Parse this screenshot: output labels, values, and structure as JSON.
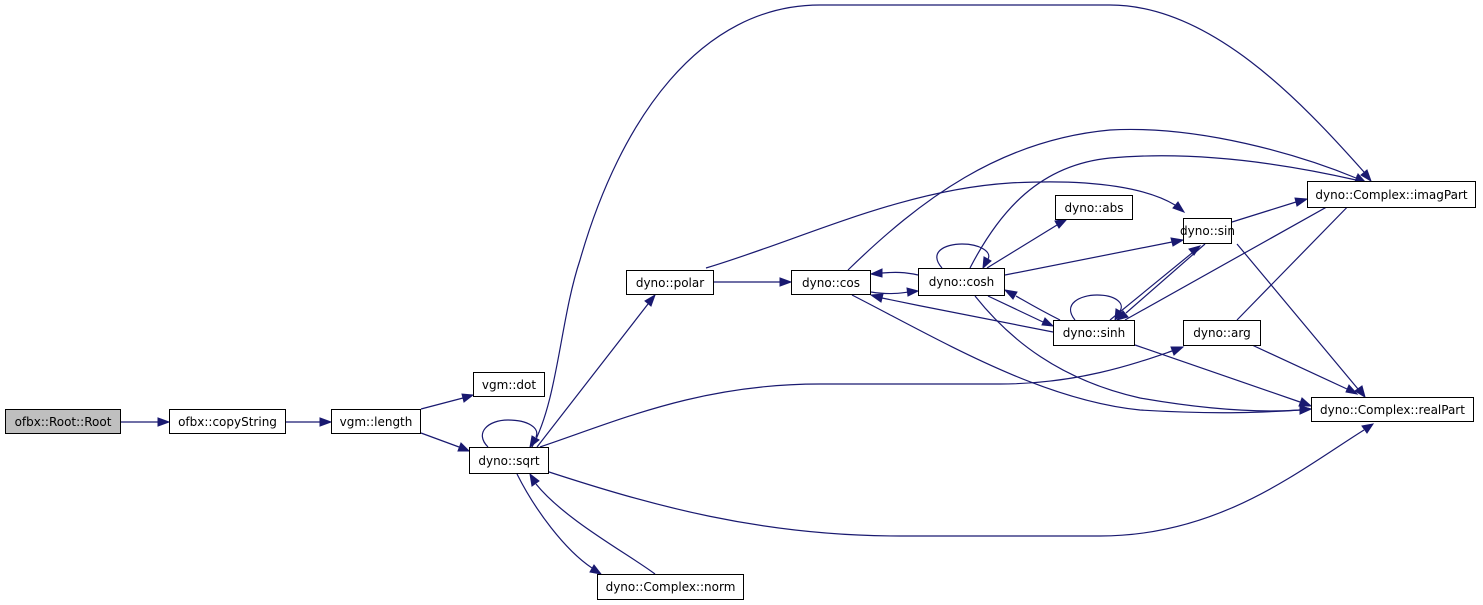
{
  "nodes": {
    "root": "ofbx::Root::Root",
    "copyString": "ofbx::copyString",
    "length": "vgm::length",
    "dot": "vgm::dot",
    "sqrt": "dyno::sqrt",
    "polar": "dyno::polar",
    "cos": "dyno::cos",
    "cosh": "dyno::cosh",
    "sinh": "dyno::sinh",
    "abs": "dyno::abs",
    "sin": "dyno::sin",
    "arg": "dyno::arg",
    "imagPart": "dyno::Complex::imagPart",
    "realPart": "dyno::Complex::realPart",
    "norm": "dyno::Complex::norm"
  },
  "colors": {
    "edge": "#191970",
    "root_fill": "#bfbfbf",
    "node_fill": "#ffffff",
    "node_border": "#000000"
  }
}
